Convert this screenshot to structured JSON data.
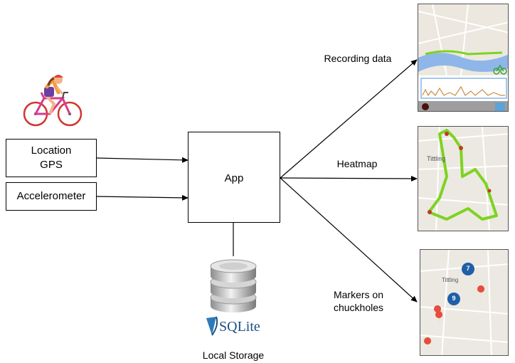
{
  "inputs": {
    "location_line1": "Location",
    "location_line2": "GPS",
    "accelerometer": "Accelerometer"
  },
  "app": {
    "label": "App"
  },
  "storage": {
    "logo_text": "SQLite",
    "label": "Local Storage"
  },
  "outputs": {
    "recording": "Recording data",
    "heatmap": "Heatmap",
    "markers_line1": "Markers on",
    "markers_line2": "chuckholes"
  },
  "screens": {
    "heatmap_town": "Tittling",
    "markers_town": "Tittling",
    "cluster_top": "7",
    "cluster_mid": "9"
  },
  "icons": {
    "cyclist": "cyclist-illustration",
    "database": "database-icon",
    "sqlite": "sqlite-logo",
    "record": "record-button-icon",
    "bike": "bike-icon",
    "pin": "map-pin-icon"
  },
  "colors": {
    "route": "#7ed321",
    "heat_hot": "#c0392b",
    "cluster": "#1f5fa8",
    "pin": "#e74c3c",
    "river": "#8fb6e8"
  }
}
